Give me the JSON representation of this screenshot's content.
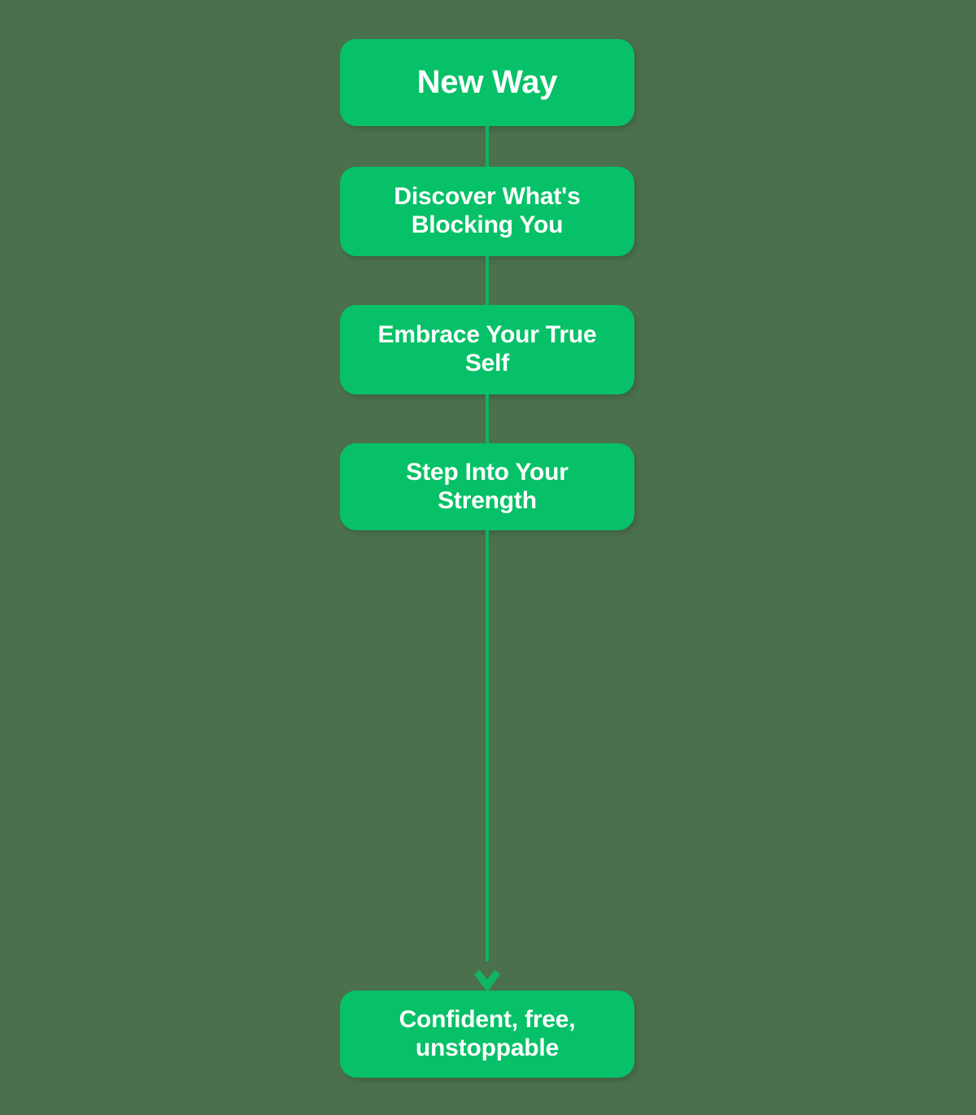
{
  "diagram": {
    "type": "flowchart",
    "orientation": "top-to-bottom",
    "title": "New Way",
    "colors": {
      "background": "#4a704c",
      "node_fill": "#06c167",
      "node_text": "#ffffff",
      "connector": "#11b45f"
    },
    "nodes": [
      {
        "id": "title",
        "label": "New Way",
        "role": "header"
      },
      {
        "id": "step-1",
        "label": "Discover What's Blocking You",
        "role": "step"
      },
      {
        "id": "step-2",
        "label": "Embrace Your True Self",
        "role": "step"
      },
      {
        "id": "step-3",
        "label": "Step Into Your Strength",
        "role": "step"
      },
      {
        "id": "outcome",
        "label": "Confident, free, unstoppable",
        "role": "outcome"
      }
    ],
    "edges": [
      {
        "from": "title",
        "to": "step-1",
        "arrow": false
      },
      {
        "from": "step-1",
        "to": "step-2",
        "arrow": false
      },
      {
        "from": "step-2",
        "to": "step-3",
        "arrow": false
      },
      {
        "from": "step-3",
        "to": "outcome",
        "arrow": true
      }
    ]
  }
}
